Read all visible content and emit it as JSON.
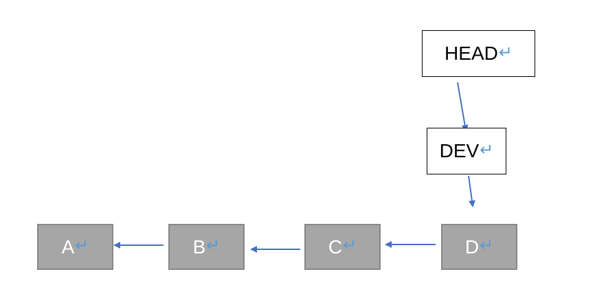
{
  "diagram": {
    "nodes": {
      "head": {
        "text": "HEAD",
        "mark": "↵"
      },
      "dev": {
        "text": "DEV",
        "mark": "↵"
      },
      "a": {
        "text": "A",
        "mark": "↵"
      },
      "b": {
        "text": "B",
        "mark": "↵"
      },
      "c": {
        "text": "C",
        "mark": "↵"
      },
      "d": {
        "text": "D",
        "mark": "↵"
      }
    },
    "edges": [
      {
        "from": "head",
        "to": "dev"
      },
      {
        "from": "dev",
        "to": "d"
      },
      {
        "from": "d",
        "to": "c"
      },
      {
        "from": "c",
        "to": "b"
      },
      {
        "from": "b",
        "to": "a"
      }
    ],
    "colors": {
      "arrow": "#4472c4",
      "commit_fill": "#a6a6a6",
      "commit_border": "#878787",
      "label_border": "#000000",
      "paragraph_mark": "#5b9bd5"
    }
  }
}
